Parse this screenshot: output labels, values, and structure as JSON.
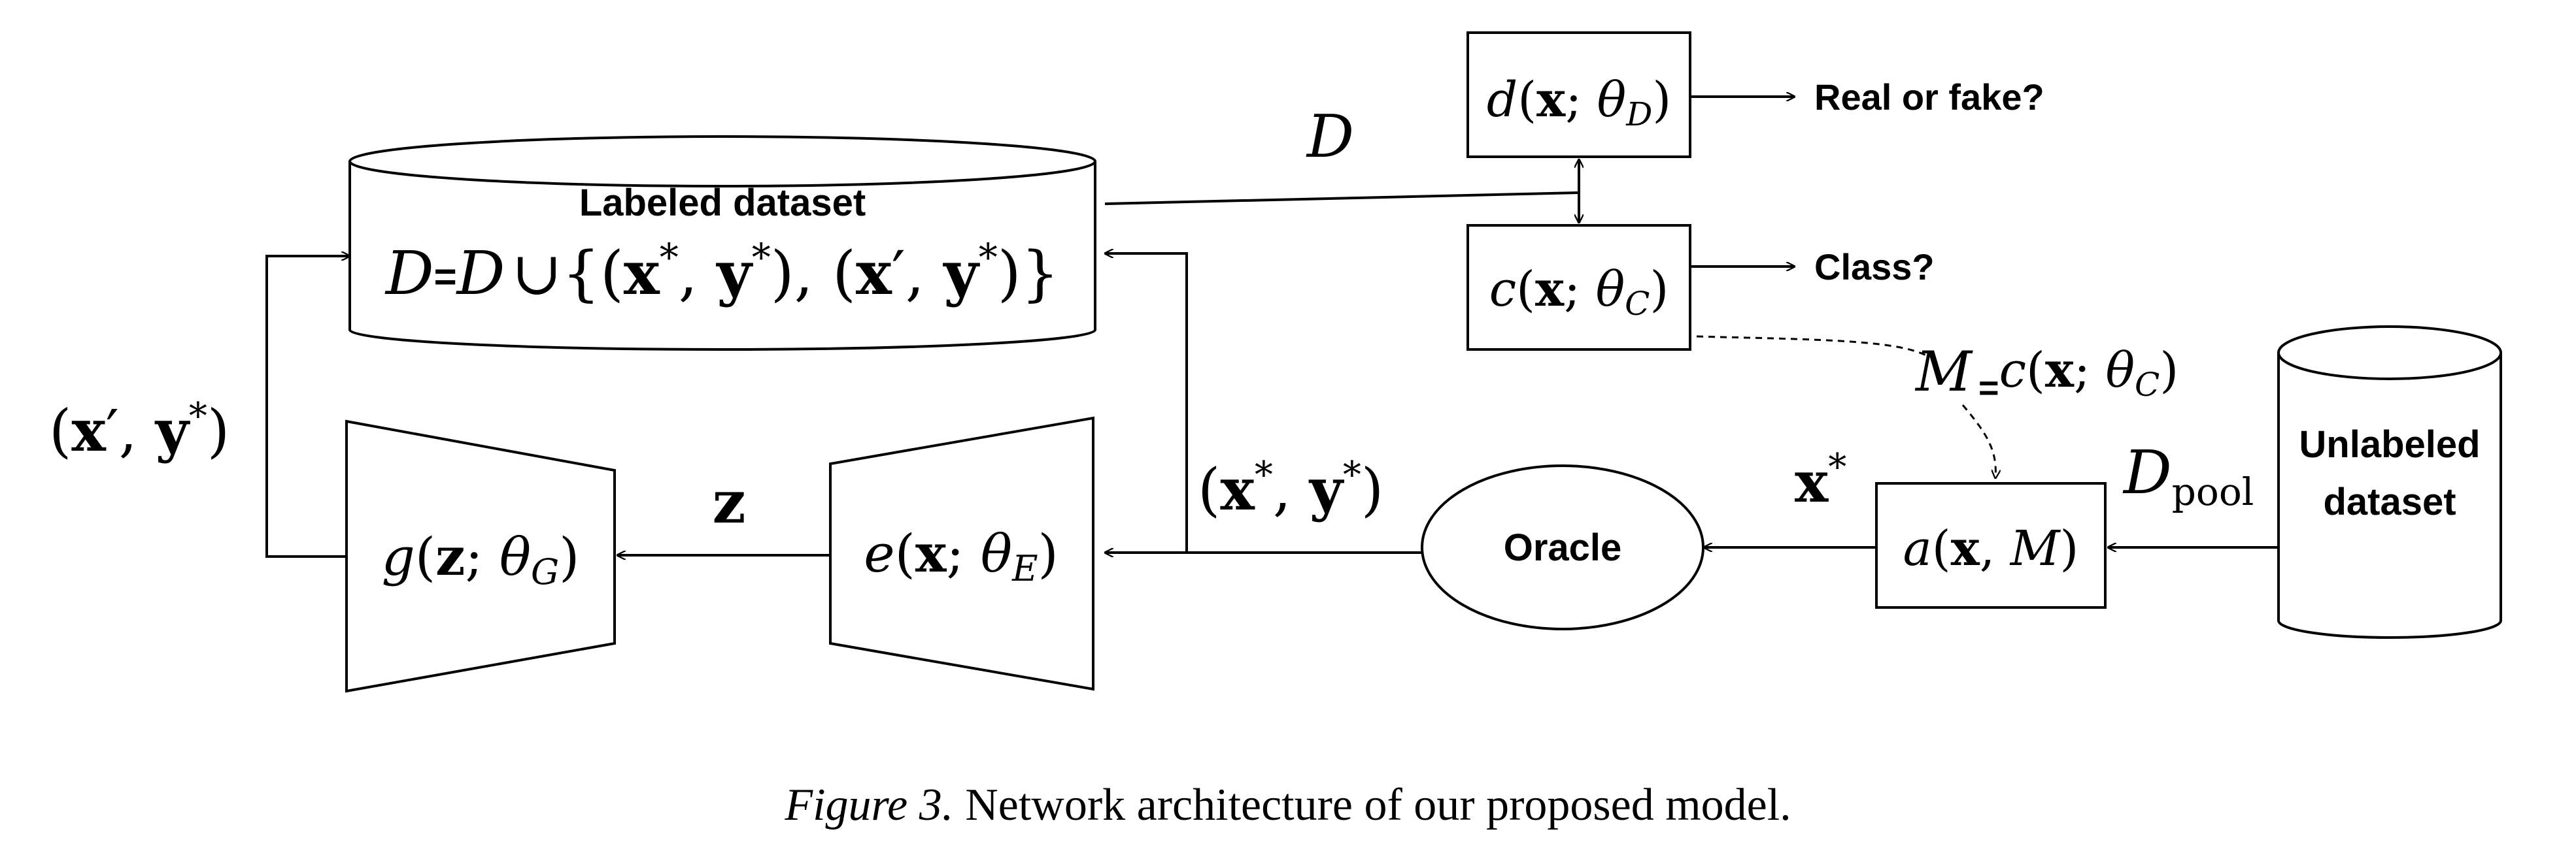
{
  "labels": {
    "labeled_dataset": "Labeled dataset",
    "unlabeled_line1": "Unlabeled",
    "unlabeled_line2": "dataset",
    "oracle": "Oracle",
    "real_or_fake": "Real or fake?",
    "class_question": "Class?"
  },
  "math": {
    "D": "D",
    "eq": "=",
    "union": "∪",
    "x": "x",
    "y": "y",
    "z": "z",
    "theta": "θ",
    "star": "*",
    "prime": "′",
    "M": "M",
    "pool": "pool",
    "sub_D": "D",
    "sub_C": "C",
    "sub_E": "E",
    "sub_G": "G",
    "fn_d": "d",
    "fn_c": "c",
    "fn_e": "e",
    "fn_g": "g",
    "fn_a": "a"
  },
  "caption": {
    "figure": "Figure 3.",
    "text": "Network architecture of our proposed model."
  }
}
